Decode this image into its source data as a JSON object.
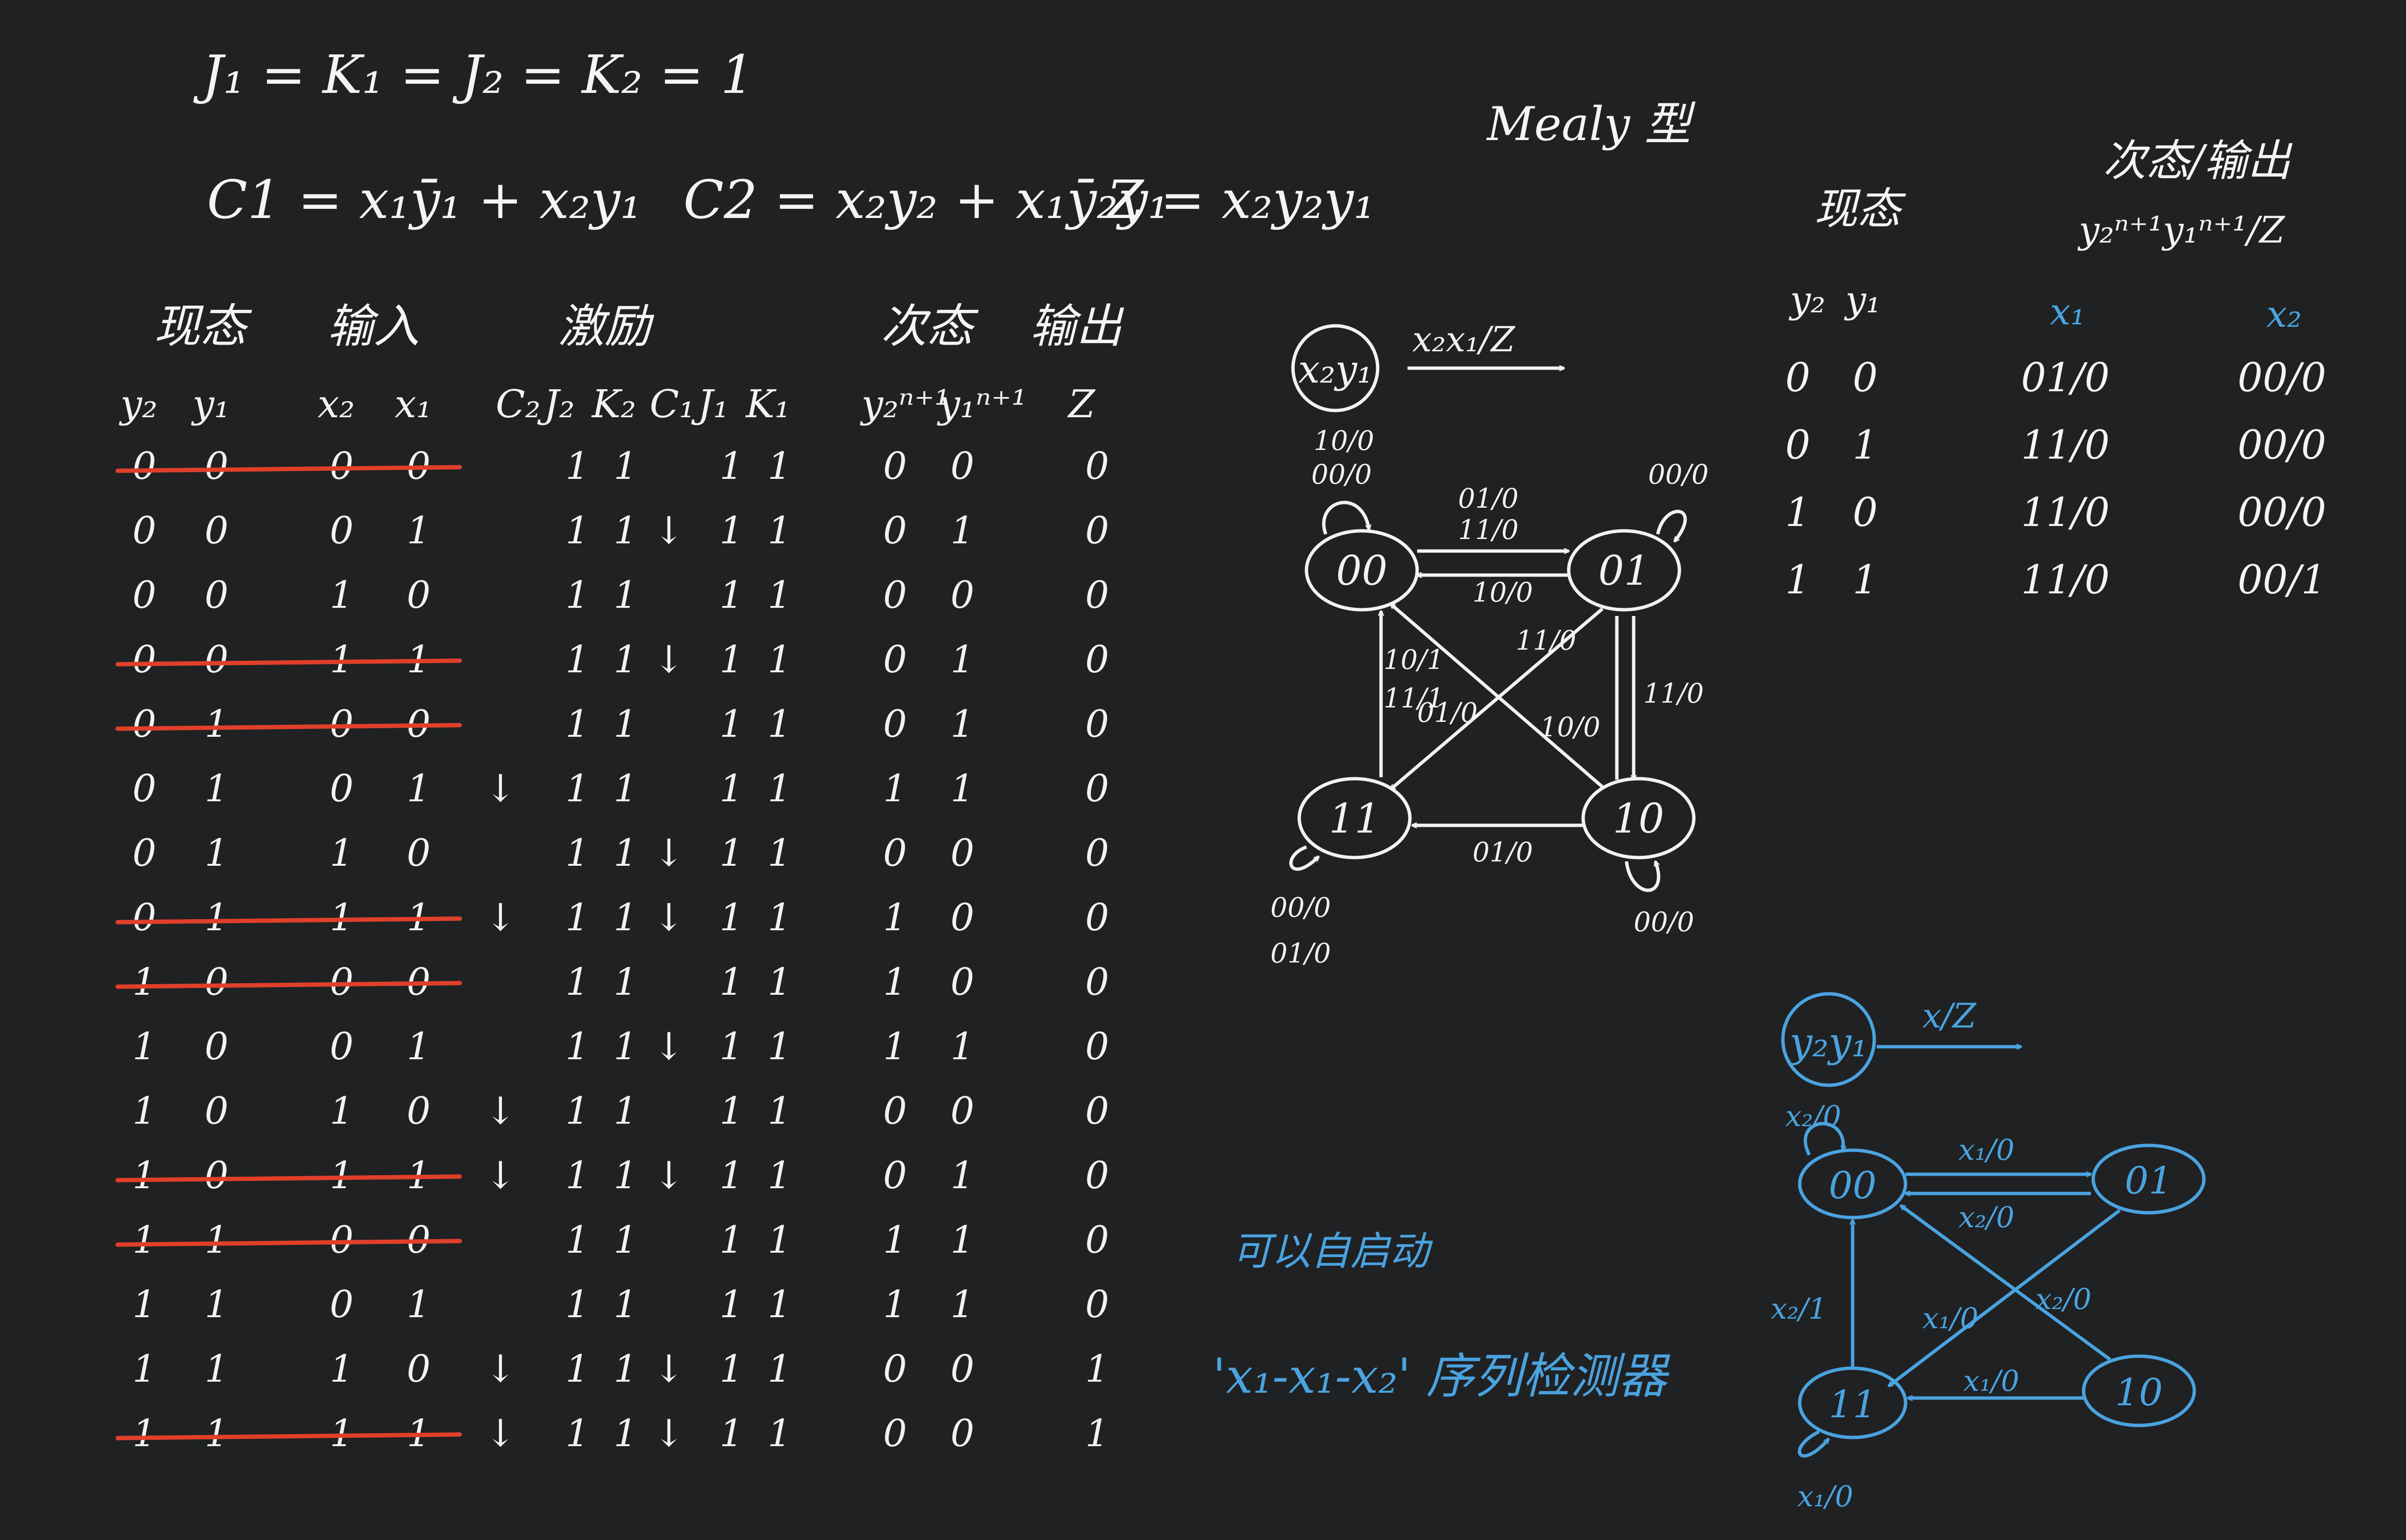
{
  "equations": {
    "jk": "J₁ = K₁ = J₂ = K₂ = 1",
    "c1": "C1 = x₁ȳ₁ + x₂y₁",
    "c2": "C2 = x₂y₂ + x₁ȳ₂y₁",
    "z": "Z = x₂y₂y₁"
  },
  "mealy_label": "Mealy 型",
  "table": {
    "group_headers": [
      "现态",
      "输入",
      "激励",
      "次态",
      "输出"
    ],
    "col_headers": [
      "y₂",
      "y₁",
      "x₂",
      "x₁",
      "C₂",
      "J₂",
      "K₂",
      "C₁",
      "J₁",
      "K₁",
      "y₂ⁿ⁺¹",
      "y₁ⁿ⁺¹",
      "Z"
    ],
    "rows": [
      {
        "y2": "0",
        "y1": "0",
        "x2": "0",
        "x1": "0",
        "c2": "",
        "j2": "1",
        "k2": "1",
        "c1": "",
        "j1": "1",
        "k1": "1",
        "y2n": "0",
        "y1n": "0",
        "z": "0",
        "struck": true
      },
      {
        "y2": "0",
        "y1": "0",
        "x2": "0",
        "x1": "1",
        "c2": "",
        "j2": "1",
        "k2": "1",
        "c1": "↓",
        "j1": "1",
        "k1": "1",
        "y2n": "0",
        "y1n": "1",
        "z": "0",
        "struck": false
      },
      {
        "y2": "0",
        "y1": "0",
        "x2": "1",
        "x1": "0",
        "c2": "",
        "j2": "1",
        "k2": "1",
        "c1": "",
        "j1": "1",
        "k1": "1",
        "y2n": "0",
        "y1n": "0",
        "z": "0",
        "struck": false
      },
      {
        "y2": "0",
        "y1": "0",
        "x2": "1",
        "x1": "1",
        "c2": "",
        "j2": "1",
        "k2": "1",
        "c1": "↓",
        "j1": "1",
        "k1": "1",
        "y2n": "0",
        "y1n": "1",
        "z": "0",
        "struck": true
      },
      {
        "y2": "0",
        "y1": "1",
        "x2": "0",
        "x1": "0",
        "c2": "",
        "j2": "1",
        "k2": "1",
        "c1": "",
        "j1": "1",
        "k1": "1",
        "y2n": "0",
        "y1n": "1",
        "z": "0",
        "struck": true
      },
      {
        "y2": "0",
        "y1": "1",
        "x2": "0",
        "x1": "1",
        "c2": "↓",
        "j2": "1",
        "k2": "1",
        "c1": "",
        "j1": "1",
        "k1": "1",
        "y2n": "1",
        "y1n": "1",
        "z": "0",
        "struck": false
      },
      {
        "y2": "0",
        "y1": "1",
        "x2": "1",
        "x1": "0",
        "c2": "",
        "j2": "1",
        "k2": "1",
        "c1": "↓",
        "j1": "1",
        "k1": "1",
        "y2n": "0",
        "y1n": "0",
        "z": "0",
        "struck": false
      },
      {
        "y2": "0",
        "y1": "1",
        "x2": "1",
        "x1": "1",
        "c2": "↓",
        "j2": "1",
        "k2": "1",
        "c1": "↓",
        "j1": "1",
        "k1": "1",
        "y2n": "1",
        "y1n": "0",
        "z": "0",
        "struck": true
      },
      {
        "y2": "1",
        "y1": "0",
        "x2": "0",
        "x1": "0",
        "c2": "",
        "j2": "1",
        "k2": "1",
        "c1": "",
        "j1": "1",
        "k1": "1",
        "y2n": "1",
        "y1n": "0",
        "z": "0",
        "struck": true
      },
      {
        "y2": "1",
        "y1": "0",
        "x2": "0",
        "x1": "1",
        "c2": "",
        "j2": "1",
        "k2": "1",
        "c1": "↓",
        "j1": "1",
        "k1": "1",
        "y2n": "1",
        "y1n": "1",
        "z": "0",
        "struck": false
      },
      {
        "y2": "1",
        "y1": "0",
        "x2": "1",
        "x1": "0",
        "c2": "↓",
        "j2": "1",
        "k2": "1",
        "c1": "",
        "j1": "1",
        "k1": "1",
        "y2n": "0",
        "y1n": "0",
        "z": "0",
        "struck": false
      },
      {
        "y2": "1",
        "y1": "0",
        "x2": "1",
        "x1": "1",
        "c2": "↓",
        "j2": "1",
        "k2": "1",
        "c1": "↓",
        "j1": "1",
        "k1": "1",
        "y2n": "0",
        "y1n": "1",
        "z": "0",
        "struck": true
      },
      {
        "y2": "1",
        "y1": "1",
        "x2": "0",
        "x1": "0",
        "c2": "",
        "j2": "1",
        "k2": "1",
        "c1": "",
        "j1": "1",
        "k1": "1",
        "y2n": "1",
        "y1n": "1",
        "z": "0",
        "struck": true
      },
      {
        "y2": "1",
        "y1": "1",
        "x2": "0",
        "x1": "1",
        "c2": "",
        "j2": "1",
        "k2": "1",
        "c1": "",
        "j1": "1",
        "k1": "1",
        "y2n": "1",
        "y1n": "1",
        "z": "0",
        "struck": false
      },
      {
        "y2": "1",
        "y1": "1",
        "x2": "1",
        "x1": "0",
        "c2": "↓",
        "j2": "1",
        "k2": "1",
        "c1": "↓",
        "j1": "1",
        "k1": "1",
        "y2n": "0",
        "y1n": "0",
        "z": "1",
        "struck": false
      },
      {
        "y2": "1",
        "y1": "1",
        "x2": "1",
        "x1": "1",
        "c2": "↓",
        "j2": "1",
        "k2": "1",
        "c1": "↓",
        "j1": "1",
        "k1": "1",
        "y2n": "0",
        "y1n": "0",
        "z": "1",
        "struck": true
      }
    ]
  },
  "diagram_white": {
    "legend_node": "x₂y₁",
    "legend_arrow": "x₂x₁/Z",
    "states": [
      "00",
      "01",
      "11",
      "10"
    ],
    "labels": {
      "self_00a": "10/0",
      "self_00b": "00/0",
      "e_00_01a": "01/0",
      "e_00_01b": "11/0",
      "e_01_00": "10/0",
      "self_01": "00/0",
      "e_10_11": "01/0",
      "e_11_00a": "10/1",
      "e_11_00b": "11/1",
      "e_01_11": "11/0",
      "e_10_00a": "01/0",
      "e_10_00b": "10/0",
      "e_01_10": "11/0",
      "self_11a": "00/0",
      "self_11b": "01/0",
      "self_10": "00/0"
    }
  },
  "summary_table": {
    "h_present": "现态",
    "h_next": "次态/输出",
    "h_next_sub": "y₂ⁿ⁺¹y₁ⁿ⁺¹/Z",
    "h_y2": "y₂",
    "h_y1": "y₁",
    "h_x1": "x₁",
    "h_x2": "x₂",
    "rows": [
      {
        "y2": "0",
        "y1": "0",
        "x1": "01/0",
        "x2": "00/0"
      },
      {
        "y2": "0",
        "y1": "1",
        "x1": "11/0",
        "x2": "00/0"
      },
      {
        "y2": "1",
        "y1": "0",
        "x1": "11/0",
        "x2": "00/0"
      },
      {
        "y2": "1",
        "y1": "1",
        "x1": "11/0",
        "x2": "00/1"
      }
    ]
  },
  "diagram_blue": {
    "legend_node": "y₂y₁",
    "legend_arrow": "x/Z",
    "states": [
      "00",
      "01",
      "11",
      "10"
    ],
    "labels": {
      "self_00": "x₂/0",
      "e_00_01": "x₁/0",
      "e_01_00": "x₂/0",
      "e_11_00": "x₂/1",
      "e_01_11": "x₁/0",
      "e_10_00": "x₂/0",
      "e_10_11": "x₁/0",
      "self_11": "x₁/0"
    }
  },
  "notes": {
    "self_start": "可以自启动",
    "detector": "'x₁-x₁-x₂' 序列检测器"
  },
  "colors": {
    "background": "#202123",
    "chalk": "#f2f2f2",
    "blue": "#4aa3df",
    "strike": "#e0402a"
  }
}
